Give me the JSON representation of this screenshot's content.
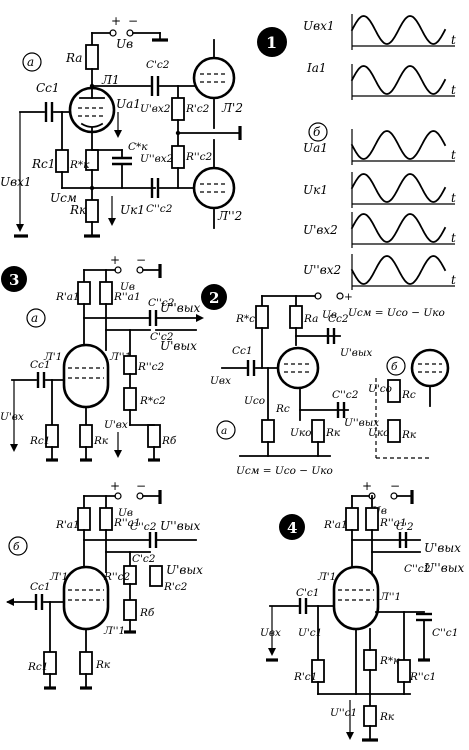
{
  "figure_numbers": [
    "1",
    "2",
    "3",
    "4"
  ],
  "subfigure_letters": [
    "а",
    "б"
  ],
  "polarity": {
    "plus": "+",
    "minus": "−"
  },
  "waveforms": {
    "labels": [
      "Uвх1",
      "Ia1",
      "Ua1",
      "Uк1",
      "U'вх2",
      "U''вх2"
    ],
    "time_label": "t"
  },
  "labels": {
    "u_supply": "Uв",
    "ra": "Ra",
    "l1": "Л1",
    "l1p": "Л'1",
    "l1pp": "Л''1",
    "l2p": "Л'2",
    "l2pp": "Л''2",
    "cc1": "Cc1",
    "cc1p": "C'c1",
    "cc1pp": "C''c1",
    "cc2": "Cc2",
    "cc2p": "C'c2",
    "cc2pp": "C''c2",
    "c2p": "C'2",
    "ck_star": "C*к",
    "rc1": "Rc1",
    "rc1p": "R'c1",
    "rc1pp": "R''c1",
    "rc2p": "R'c2",
    "rc2pp": "R''c2",
    "rc2_star": "R*c2",
    "rc": "Rc",
    "rc_star": "R*c",
    "rk": "Rк",
    "rk_star": "R*к",
    "ra1p": "R'a1",
    "ra1pp": "R''a1",
    "rb": "Rб",
    "ua1": "Ua1",
    "uk1": "Uк1",
    "uvx": "Uвх",
    "uvxp": "U'вх",
    "uvx1": "Uвх1",
    "uvx2p": "U'вх2",
    "uvx2pp": "U''вх2",
    "ucm": "Uсм",
    "uco": "Uсо",
    "ucop": "U'со",
    "uko": "Uко",
    "uc1p": "U'c1",
    "uc1pp": "U''c1",
    "uvyx": "Uвых",
    "uvyxp": "U'вых",
    "uvyxpp": "U''вых",
    "formula_ucm": "Uсм = Uсо − Uко"
  },
  "line_color": "#000000",
  "background_color": "#ffffff"
}
